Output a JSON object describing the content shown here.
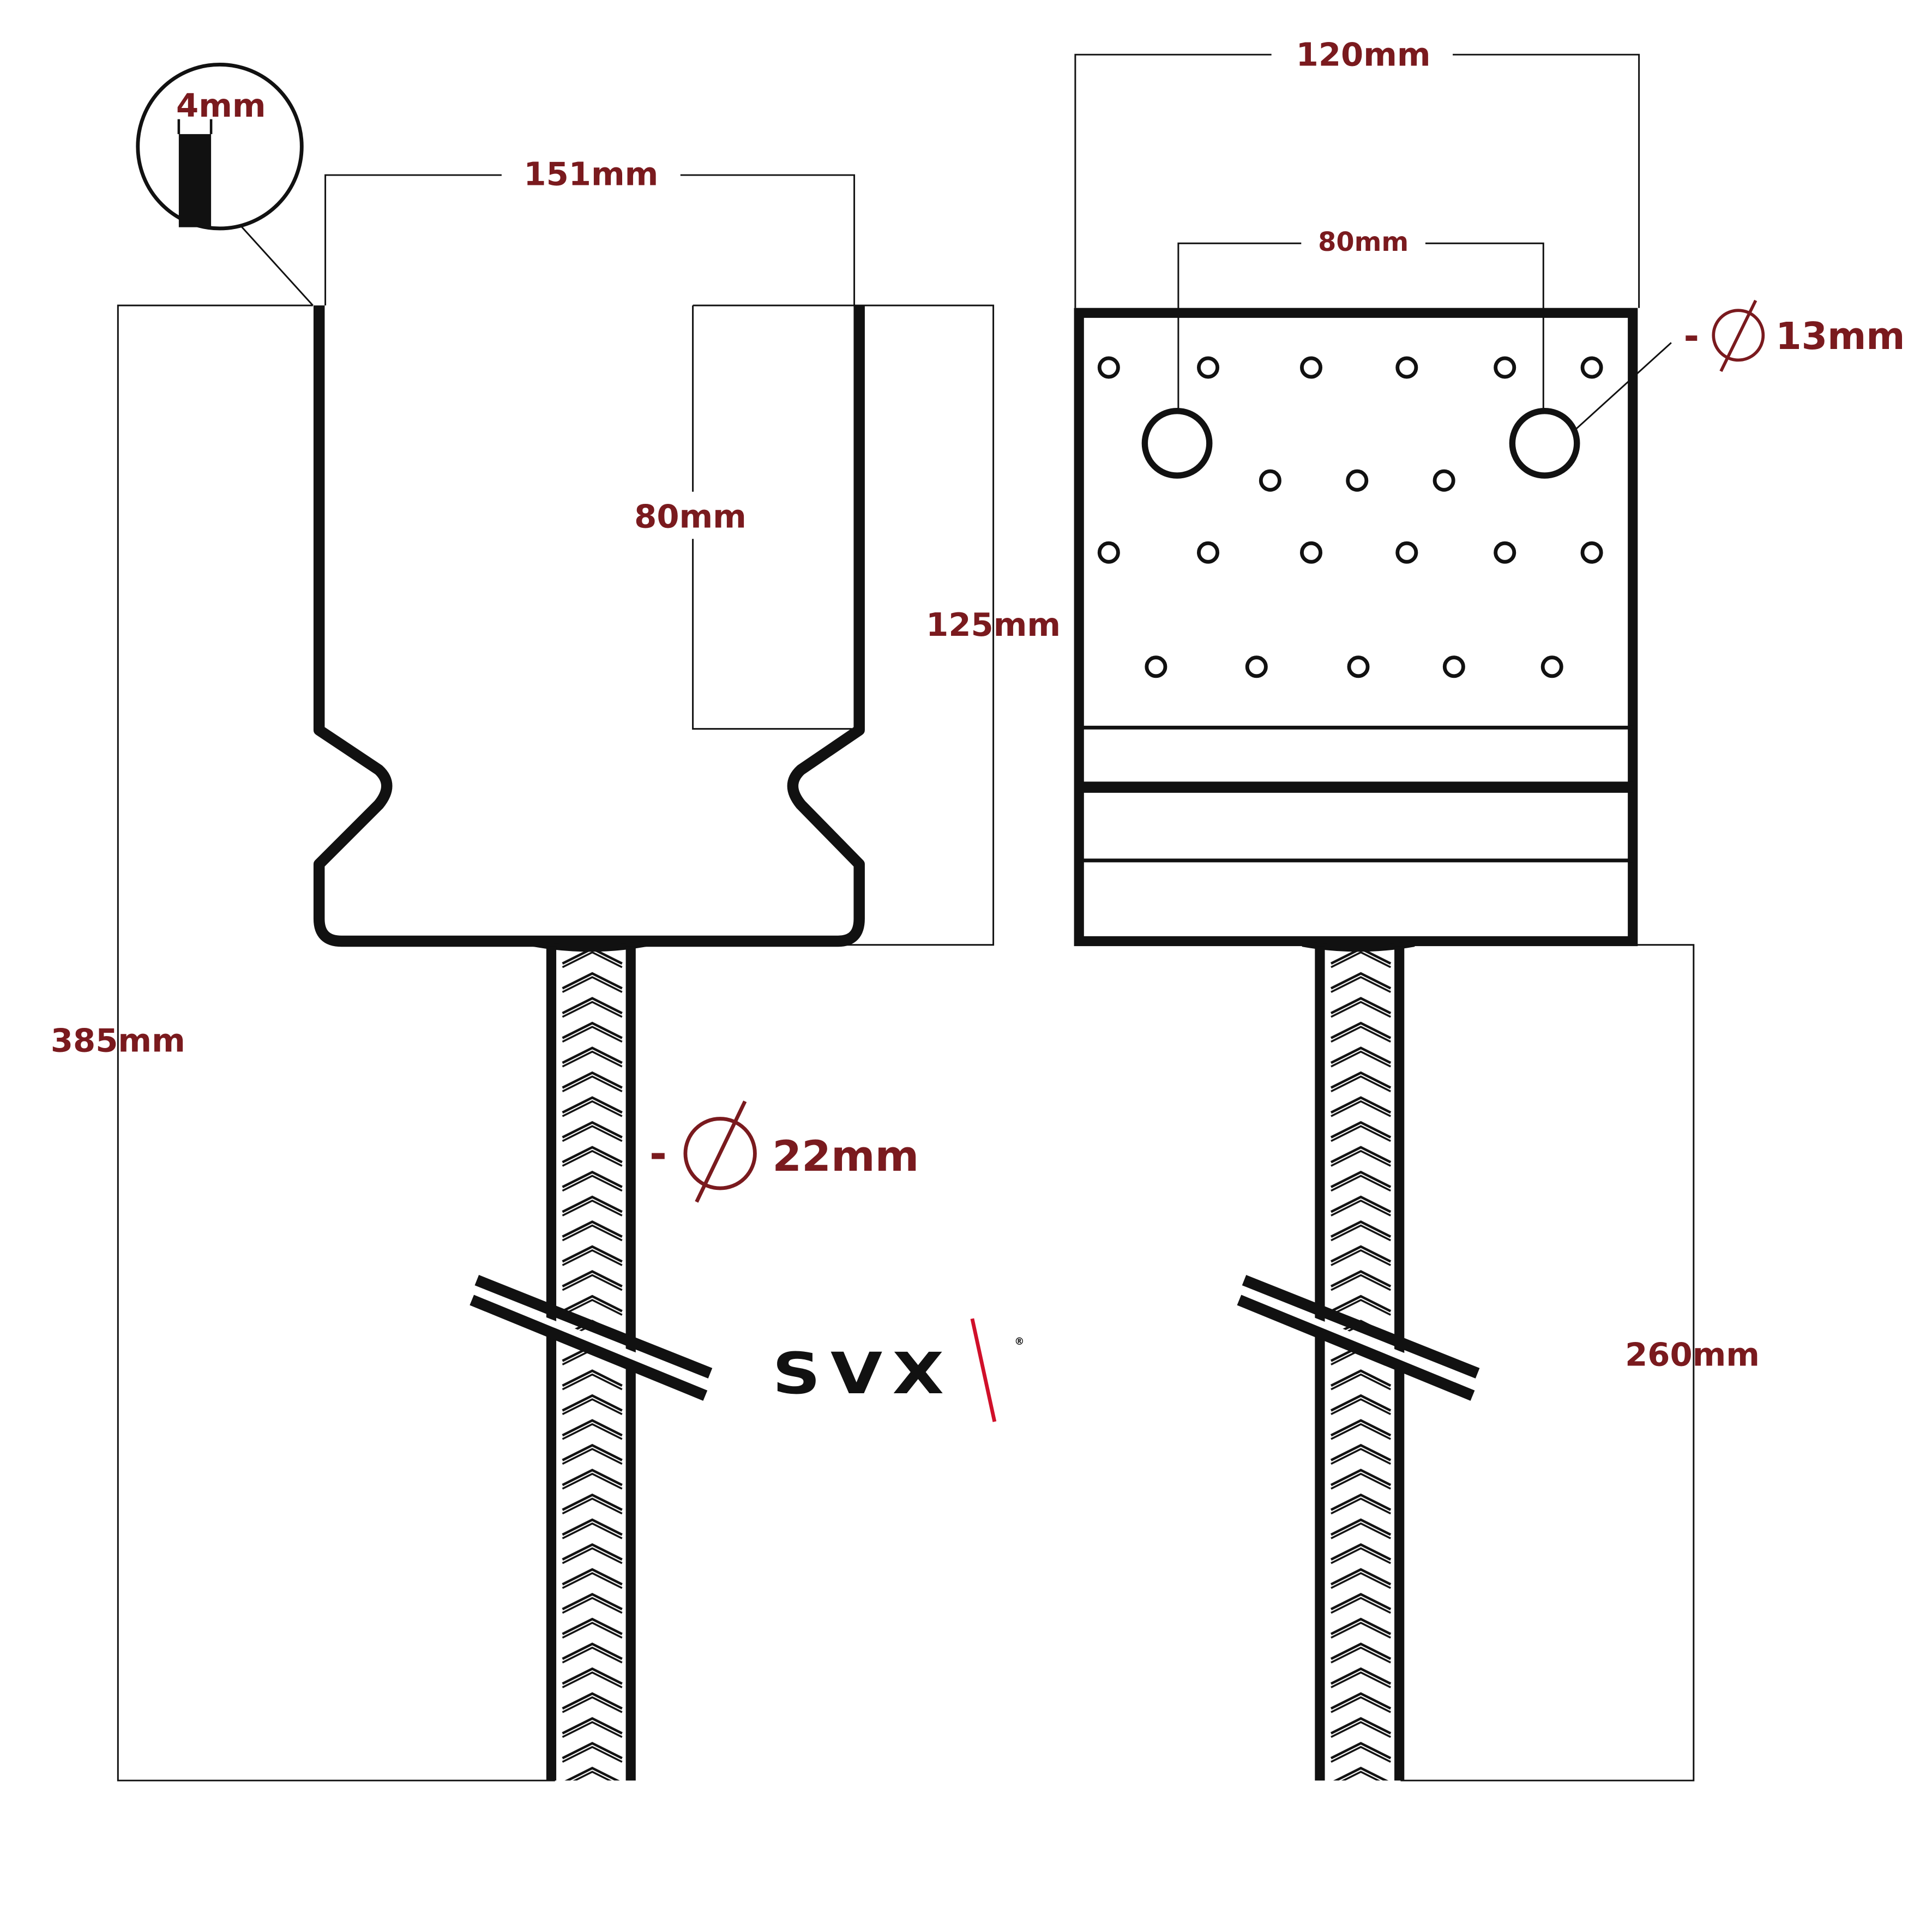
{
  "dimensions": {
    "plate_thickness": "4mm",
    "bracket_width": "151mm",
    "plate_width": "120mm",
    "hole_spacing": "80mm",
    "slot_height": "80mm",
    "bracket_height": "125mm",
    "total_height": "385mm",
    "rebar_diameter_prefix": "-",
    "rebar_diameter": "22mm",
    "hole_diameter_prefix": "-",
    "hole_diameter": "13mm",
    "anchor_length": "260mm"
  },
  "logo": {
    "text": "SVX",
    "mark": "®"
  },
  "colors": {
    "dimension_text": "#7a1a1e",
    "line": "#111111",
    "logo_slash": "#d0102a"
  },
  "icons": {
    "diameter": "diameter-icon"
  }
}
